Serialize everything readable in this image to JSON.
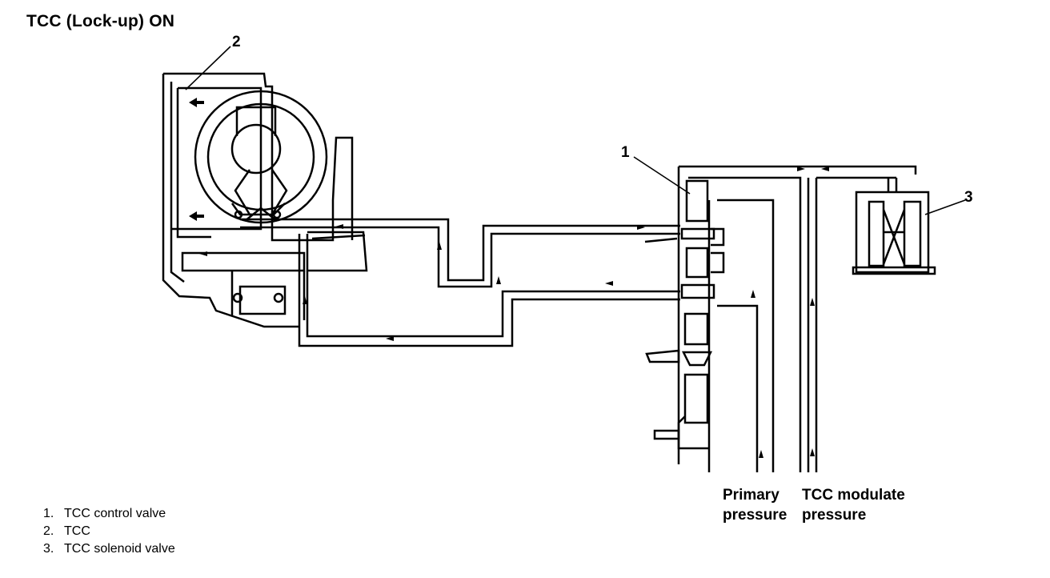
{
  "title": "TCC (Lock-up) ON",
  "callouts": {
    "c1": "1",
    "c2": "2",
    "c3": "3"
  },
  "pressure_labels": {
    "primary_line1": "Primary",
    "primary_line2": "pressure",
    "tcc_line1": "TCC modulate",
    "tcc_line2": "pressure"
  },
  "legend": [
    {
      "num": "1.",
      "text": "TCC control valve"
    },
    {
      "num": "2.",
      "text": "TCC"
    },
    {
      "num": "3.",
      "text": "TCC solenoid valve"
    }
  ]
}
